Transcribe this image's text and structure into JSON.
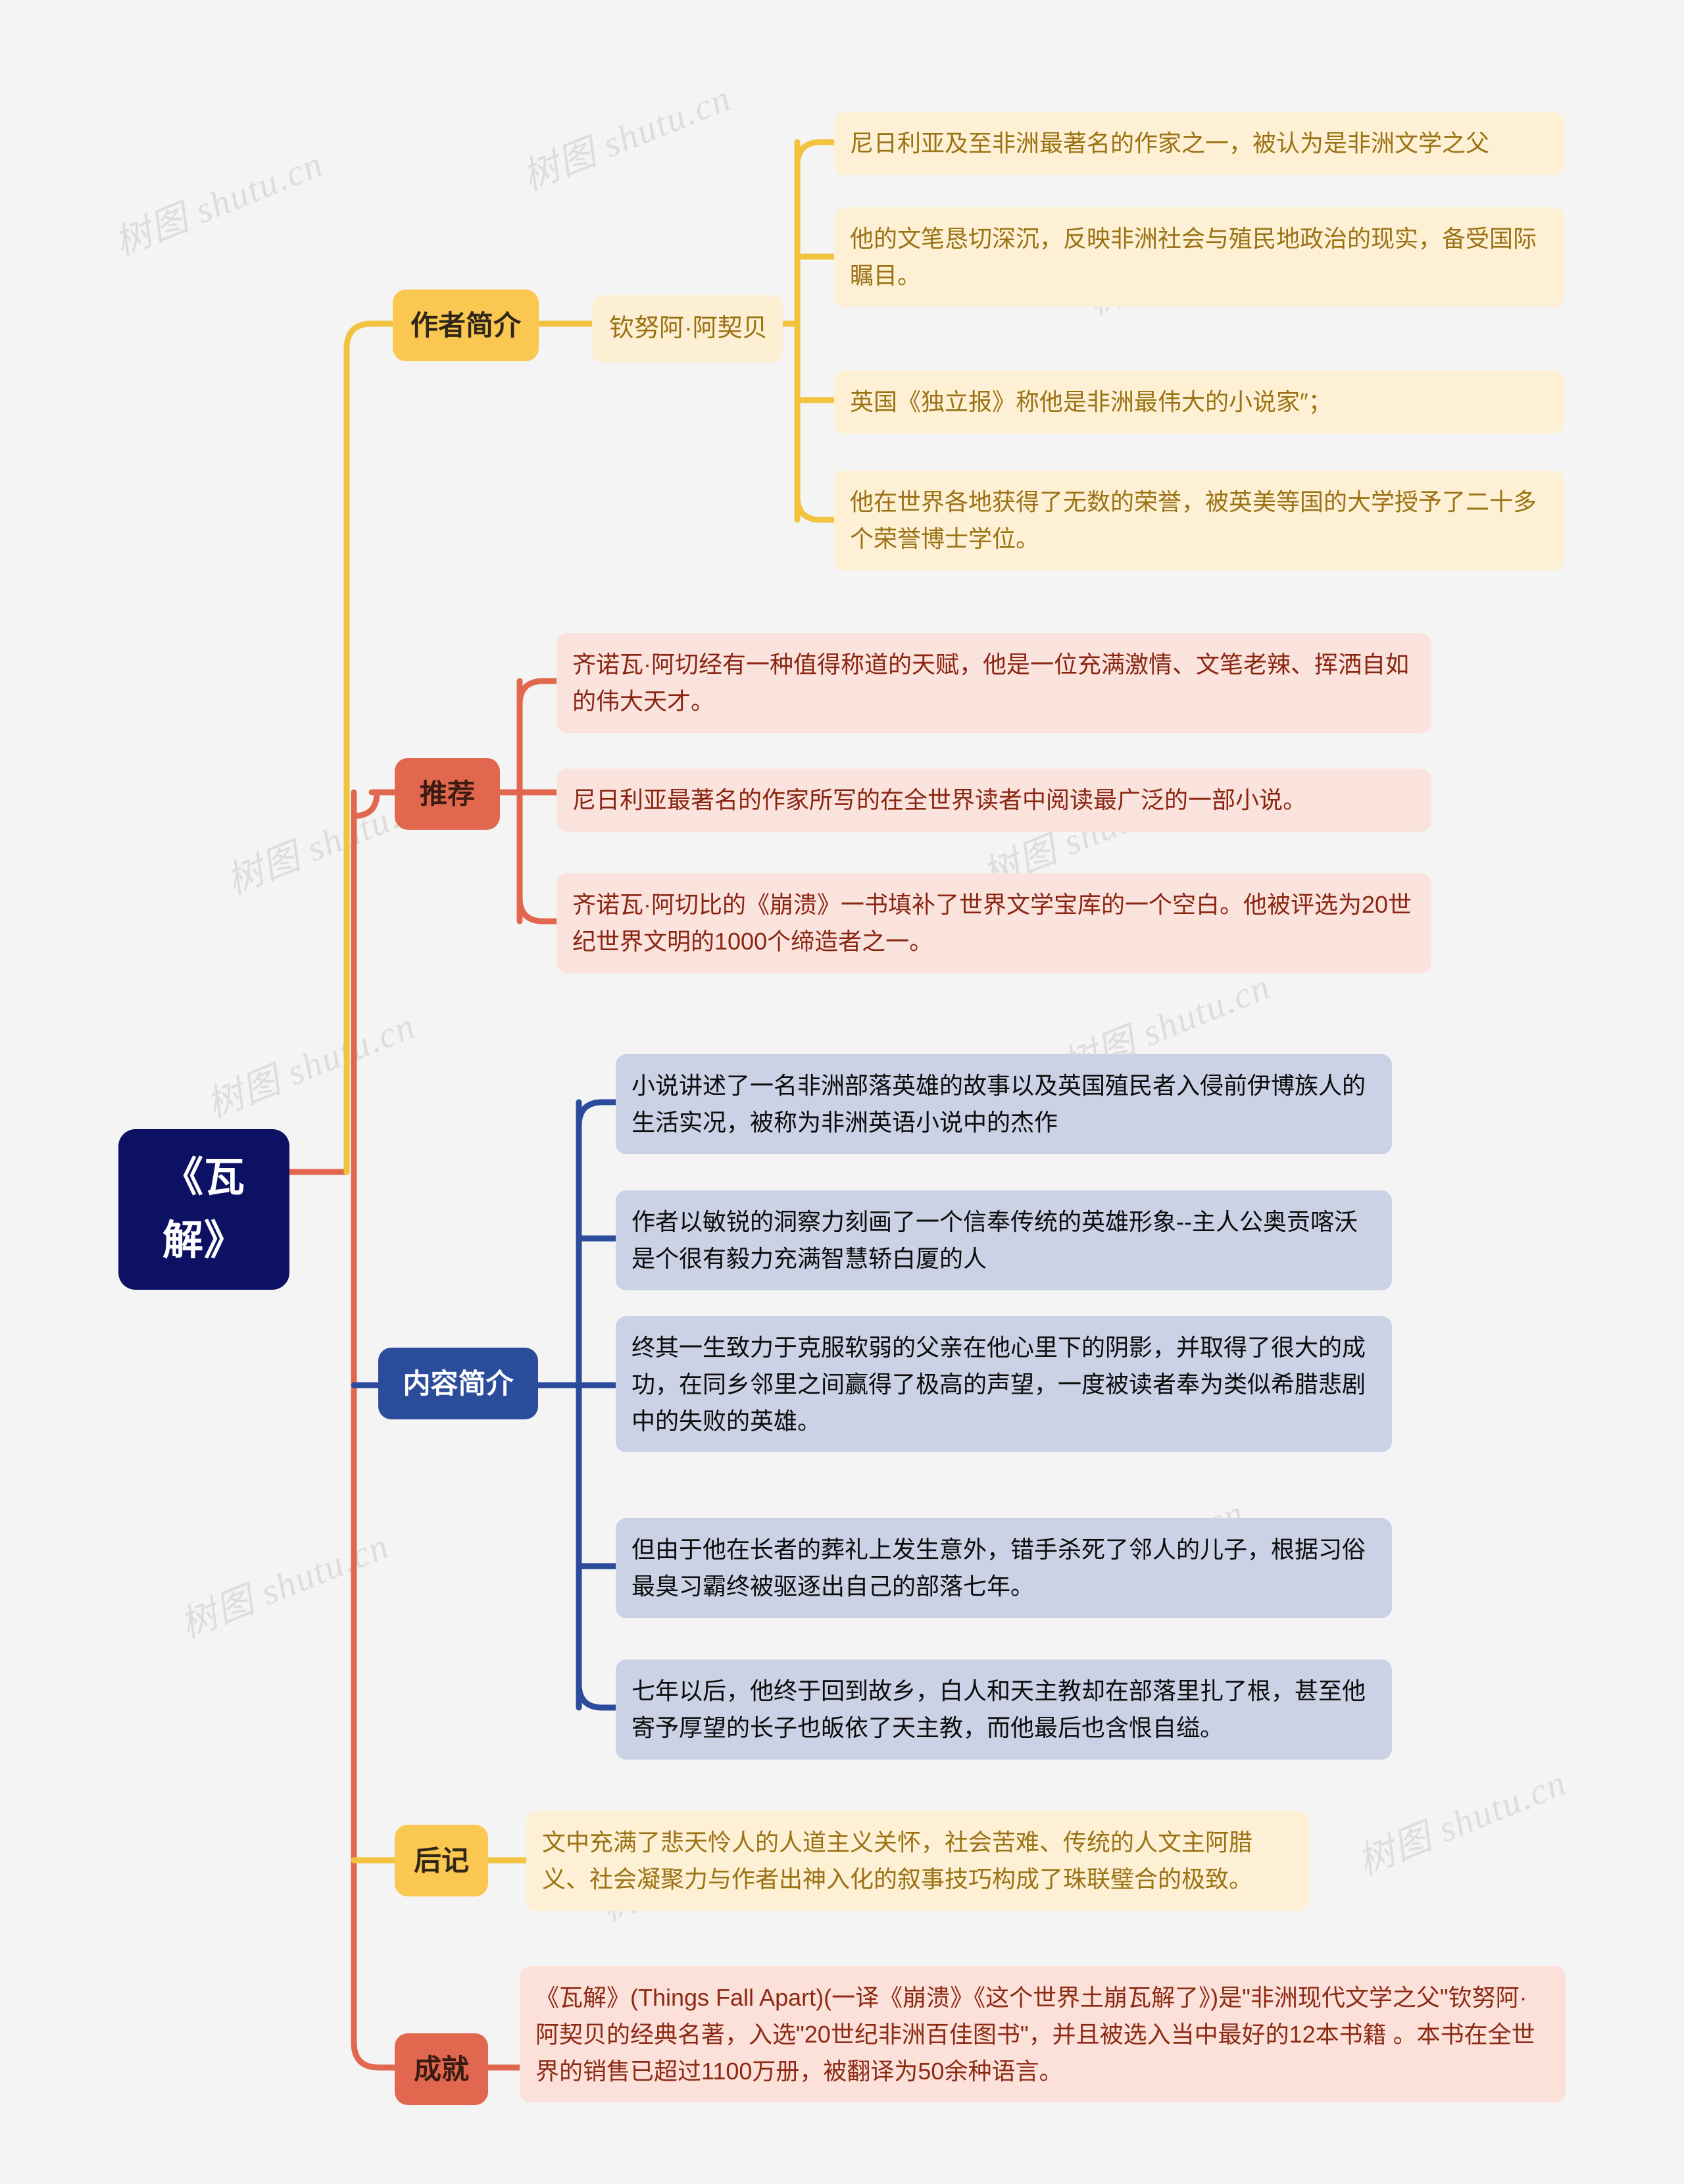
{
  "theme": {
    "background": "#f4f4f4",
    "root_color": "#0d1163",
    "yellow": "#fac751",
    "yellow_line": "#f2c33f",
    "yellow_leaf_bg": "#fdf0d5",
    "yellow_leaf_text": "#9b7214",
    "red": "#e2674f",
    "red_leaf_bg": "#fbe3dd",
    "red_leaf_text": "#8a2512",
    "blue": "#2b4c9b",
    "blue_leaf_bg": "#ccd2e6",
    "blue_leaf_text": "#0b0b0b"
  },
  "watermark": {
    "text": "树图 shutu.cn"
  },
  "root": {
    "label": "《瓦解》"
  },
  "branches": [
    {
      "id": "author",
      "label": "作者简介",
      "color": "yellow",
      "mid": {
        "label": "钦努阿·阿契贝"
      },
      "leaves": [
        {
          "text": "尼日利亚及至非洲最著名的作家之一，被认为是非洲文学之父"
        },
        {
          "text": "他的文笔恳切深沉，反映非洲社会与殖民地政治的现实，备受国际瞩目。"
        },
        {
          "text": "英国《独立报》称他是非洲最伟大的小说家″；"
        },
        {
          "text": "他在世界各地获得了无数的荣誉，被英美等国的大学授予了二十多个荣誉博士学位。"
        }
      ]
    },
    {
      "id": "recommend",
      "label": "推荐",
      "color": "red",
      "leaves": [
        {
          "text": "齐诺瓦·阿切经有一种值得称道的天赋，他是一位充满激情、文笔老辣、挥洒自如的伟大天才。"
        },
        {
          "text": "尼日利亚最著名的作家所写的在全世界读者中阅读最广泛的一部小说。"
        },
        {
          "text": "齐诺瓦·阿切比的《崩溃》一书填补了世界文学宝库的一个空白。他被评选为20世纪世界文明的1000个缔造者之一。"
        }
      ]
    },
    {
      "id": "summary",
      "label": "内容简介",
      "color": "blue",
      "leaves": [
        {
          "text": "小说讲述了一名非洲部落英雄的故事以及英国殖民者入侵前伊博族人的生活实况，被称为非洲英语小说中的杰作"
        },
        {
          "text": "作者以敏锐的洞察力刻画了一个信奉传统的英雄形象--主人公奥贡喀沃是个很有毅力充满智慧轿白厦的人"
        },
        {
          "text": "终其一生致力于克服软弱的父亲在他心里下的阴影，并取得了很大的成功，在同乡邻里之间赢得了极高的声望，一度被读者奉为类似希腊悲剧中的失败的英雄。"
        },
        {
          "text": "但由于他在长者的葬礼上发生意外，错手杀死了邻人的儿子，根据习俗最臭习霸终被驱逐出自己的部落七年。"
        },
        {
          "text": "七年以后，他终于回到故乡，白人和天主教却在部落里扎了根，甚至他寄予厚望的长子也皈依了天主教，而他最后也含恨自缢。"
        }
      ]
    },
    {
      "id": "postscript",
      "label": "后记",
      "color": "yellow",
      "leaves": [
        {
          "text": "文中充满了悲天怜人的人道主义关怀，社会苦难、传统的人文主阿腊义、社会凝聚力与作者出神入化的叙事技巧构成了珠联璧合的极致。"
        }
      ]
    },
    {
      "id": "achievement",
      "label": "成就",
      "color": "red",
      "leaves": [
        {
          "text": "《瓦解》(Things Fall Apart)(一译《崩溃》《这个世界土崩瓦解了》)是\"非洲现代文学之父\"钦努阿·阿契贝的经典名著，入选\"20世纪非洲百佳图书\"，并且被选入当中最好的12本书籍 。本书在全世界的销售已超过1100万册，被翻译为50余种语言。"
        }
      ]
    }
  ]
}
